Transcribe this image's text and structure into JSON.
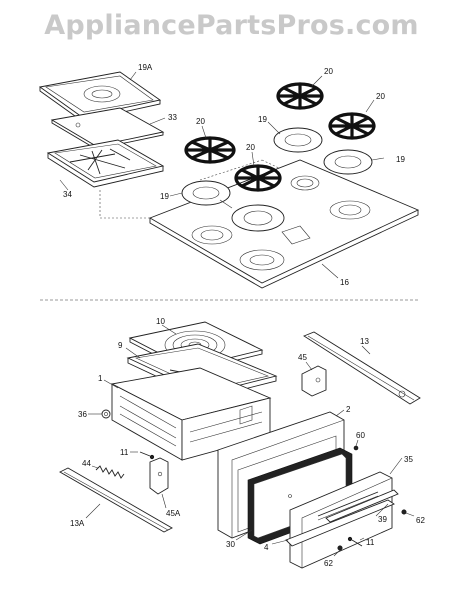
{
  "watermark": "AppliancePartsPros.com",
  "labels": {
    "l19a": "19A",
    "l33": "33",
    "l34": "34",
    "l20a": "20",
    "l20b": "20",
    "l20c": "20",
    "l20d": "20",
    "l19b": "19",
    "l19c": "19",
    "l19d": "19",
    "l16": "16",
    "l10": "10",
    "l9": "9",
    "l1": "1",
    "l36": "36",
    "l11a": "11",
    "l44": "44",
    "l13a": "13A",
    "l45a": "45A",
    "l30": "30",
    "l4": "4",
    "l62a": "62",
    "l11b": "11",
    "l39": "39",
    "l62b": "62",
    "l35": "35",
    "l60": "60",
    "l2": "2",
    "l45": "45",
    "l13": "13"
  }
}
